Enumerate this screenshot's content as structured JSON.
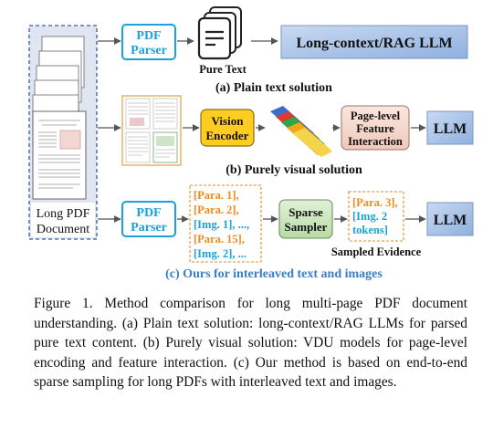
{
  "diagram": {
    "left_column": {
      "label_line1": "Long PDF",
      "label_line2": "Document"
    },
    "row_a": {
      "parser_line1": "PDF",
      "parser_line2": "Parser",
      "pure_text_label": "Pure Text",
      "llm_label": "Long-context/RAG LLM",
      "title": "(a) Plain text solution"
    },
    "row_b": {
      "encoder_line1": "Vision",
      "encoder_line2": "Encoder",
      "interaction_line1": "Page-level",
      "interaction_line2": "Feature",
      "interaction_line3": "Interaction",
      "llm_label": "LLM",
      "title": "(b) Purely visual solution"
    },
    "row_c": {
      "parser_line1": "PDF",
      "parser_line2": "Parser",
      "tokens": [
        {
          "text": "[Para. 1],",
          "kind": "para"
        },
        {
          "text": "[Para. 2],",
          "kind": "para"
        },
        {
          "text": "[Img. 1], ...,",
          "kind": "img"
        },
        {
          "text": "[Para. 15],",
          "kind": "para"
        },
        {
          "text": "[Img. 2], ...",
          "kind": "img"
        }
      ],
      "sampler_line1": "Sparse",
      "sampler_line2": "Sampler",
      "sampled_tokens": [
        {
          "text": "[Para. 3],",
          "kind": "para"
        },
        {
          "text": "[Img. 2",
          "kind": "img"
        },
        {
          "text": "tokens]",
          "kind": "img"
        }
      ],
      "sampled_label": "Sampled Evidence",
      "llm_label": "LLM",
      "title": "(c) Ours for interleaved text and images"
    },
    "colors": {
      "parser_blue": "#1ca0dc",
      "para_orange": "#f08a1c",
      "img_cyan": "#1ba3d6",
      "encoder_yellow": "#ffcc22",
      "sampler_green": "#cfe8c2",
      "interaction_pink": "#f5d9d0",
      "llm_blue": "#a9c3e6",
      "ours_title_blue": "#3a7ec9"
    }
  },
  "caption": "Figure 1. Method comparison for long multi-page PDF document understanding. (a) Plain text solution: long-context/RAG LLMs for parsed pure text content. (b) Purely visual solution: VDU models for page-level encoding and feature interaction. (c) Our method is based on end-to-end sparse sampling for long PDFs with interleaved text and images."
}
